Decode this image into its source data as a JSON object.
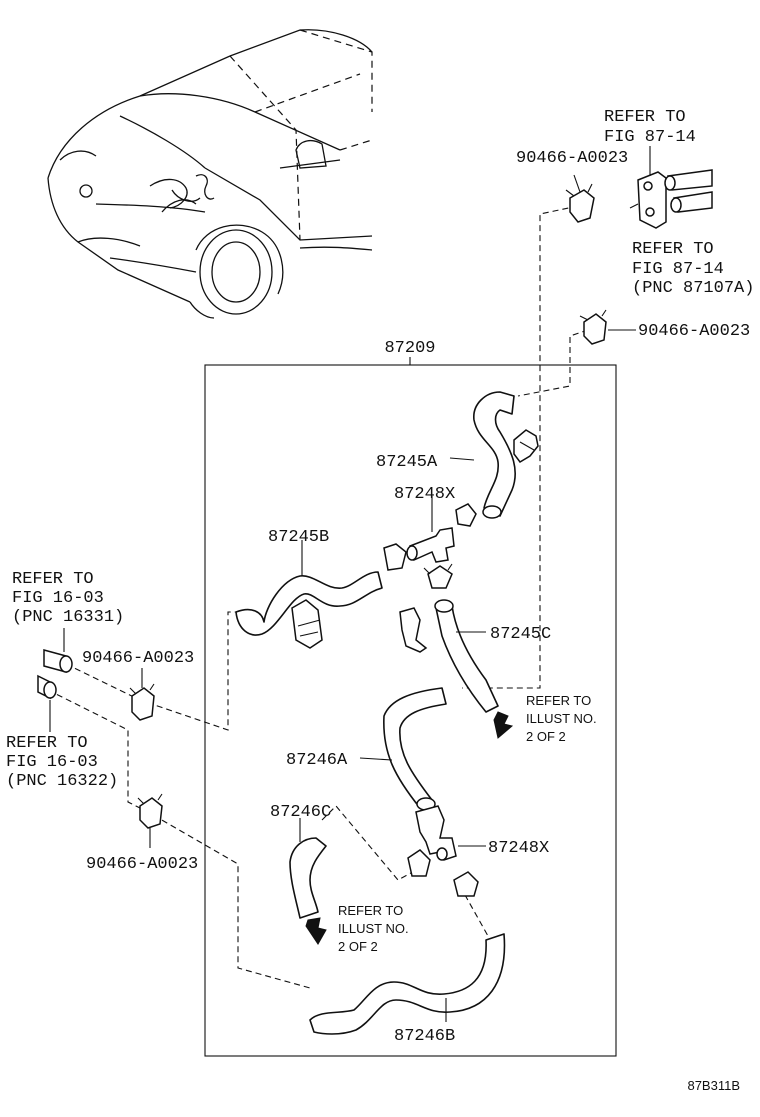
{
  "diagram": {
    "group_part": "87209",
    "illustration_code": "87B311B",
    "labels": {
      "hose_upper": "87245A",
      "hose_left": "87245B",
      "hose_right": "87245C",
      "hose_mid": "87246A",
      "hose_lower": "87246B",
      "hose_small": "87246C",
      "tee_upper": "87248X",
      "tee_lower": "87248X",
      "clip_top_right": "90466-A0023",
      "clip_right": "90466-A0023",
      "clip_left_upper": "90466-A0023",
      "clip_left_lower": "90466-A0023"
    },
    "refs": {
      "top_right_1_line1": "REFER TO",
      "top_right_1_line2": "FIG 87-14",
      "top_right_2_line1": "REFER TO",
      "top_right_2_line2": "FIG 87-14",
      "top_right_2_line3": "(PNC 87107A)",
      "left_1_line1": "REFER TO",
      "left_1_line2": "FIG 16-03",
      "left_1_line3": "(PNC 16331)",
      "left_2_line1": "REFER TO",
      "left_2_line2": "FIG 16-03",
      "left_2_line3": "(PNC 16322)",
      "illust_a_line1": "REFER TO",
      "illust_a_line2": "ILLUST NO.",
      "illust_a_line3": "2 OF 2",
      "illust_b_line1": "REFER TO",
      "illust_b_line2": "ILLUST NO.",
      "illust_b_line3": "2 OF 2"
    }
  }
}
